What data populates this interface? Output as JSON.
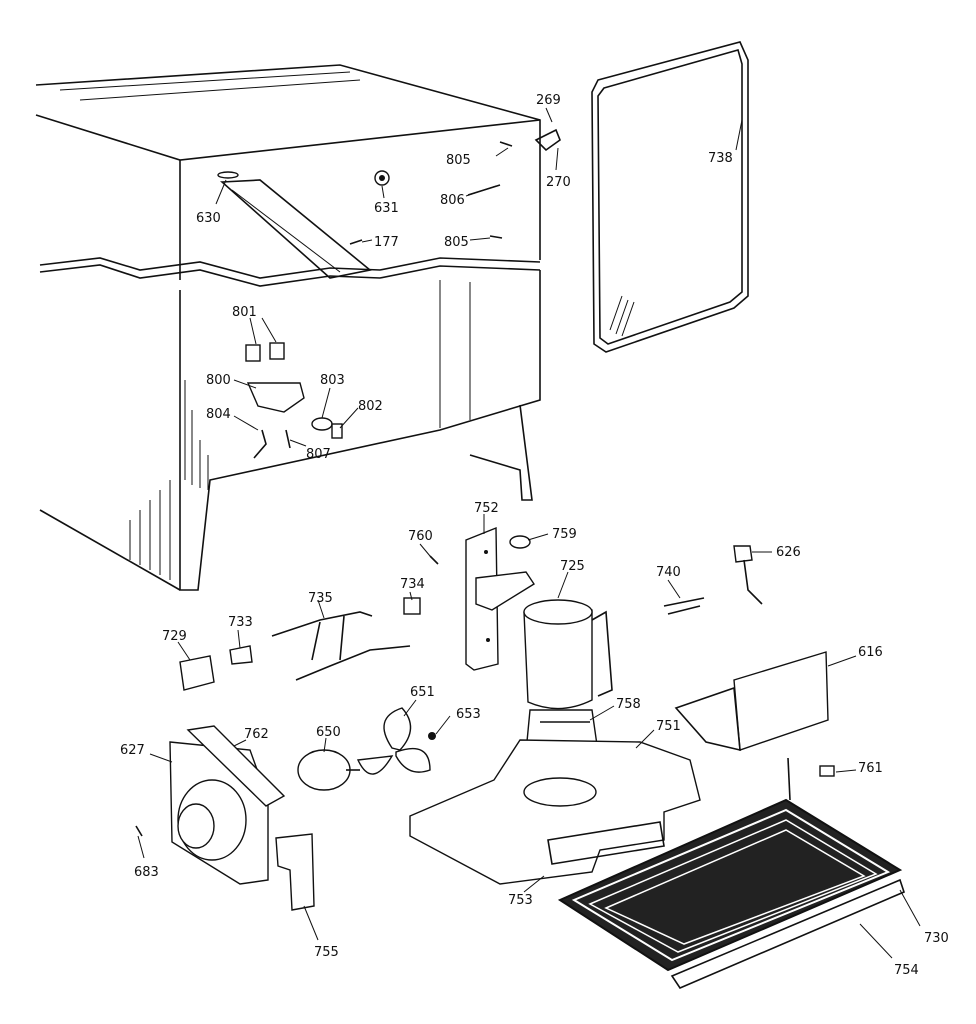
{
  "parts": {
    "p269": "269",
    "p805a": "805",
    "p270": "270",
    "p738": "738",
    "p630": "630",
    "p631": "631",
    "p806": "806",
    "p177": "177",
    "p805b": "805",
    "p801": "801",
    "p800": "800",
    "p803": "803",
    "p802": "802",
    "p804": "804",
    "p807": "807",
    "p752": "752",
    "p760": "760",
    "p759": "759",
    "p725": "725",
    "p740": "740",
    "p626": "626",
    "p735": "735",
    "p734": "734",
    "p733": "733",
    "p729": "729",
    "p616": "616",
    "p651": "651",
    "p653": "653",
    "p758": "758",
    "p751": "751",
    "p650": "650",
    "p762": "762",
    "p627": "627",
    "p761": "761",
    "p683": "683",
    "p755": "755",
    "p753": "753",
    "p730": "730",
    "p754": "754"
  }
}
